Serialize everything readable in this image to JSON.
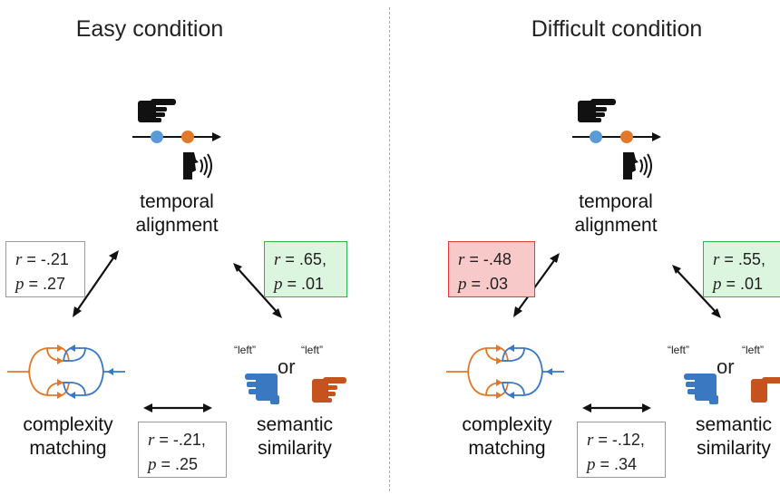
{
  "divider": "",
  "concepts": {
    "temporal": [
      "temporal",
      "alignment"
    ],
    "complexity": [
      "complexity",
      "matching"
    ],
    "semantic": [
      "semantic",
      "similarity"
    ]
  },
  "quote_word": "“left”",
  "or_word": "or",
  "colors": {
    "blue": "#3a78c2",
    "orange": "#e2782a",
    "green_border": "#2eb34d",
    "red_border": "#e23a3a"
  },
  "icons": [
    "pointing-hand-icon",
    "timeline-icon",
    "speaking-head-icon",
    "network-icon",
    "blue-gesture-hand-icon",
    "orange-pointing-hand-icon"
  ],
  "panels": [
    {
      "title": "Easy condition",
      "temporal_complexity": {
        "r": "r  = -.21",
        "p": "p  = .27",
        "highlight": "none"
      },
      "temporal_semantic": {
        "r": "r  = .65,",
        "p": "p  = .01",
        "highlight": "green"
      },
      "complexity_semantic": {
        "r": "r  = -.21,",
        "p": "p  = .25",
        "highlight": "none"
      }
    },
    {
      "title": "Difficult condition",
      "temporal_complexity": {
        "r": "r  = -.48",
        "p": "p  = .03",
        "highlight": "red"
      },
      "temporal_semantic": {
        "r": "r  = .55,",
        "p": "p  = .01",
        "highlight": "green"
      },
      "complexity_semantic": {
        "r": "r  = -.12,",
        "p": "p  = .34",
        "highlight": "none"
      }
    }
  ]
}
